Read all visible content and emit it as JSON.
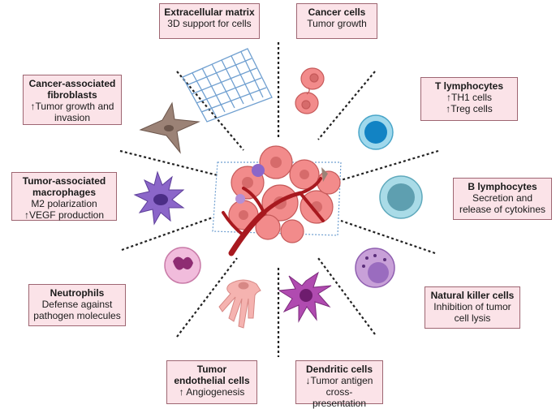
{
  "colors": {
    "box_fill": "#fbe3e8",
    "box_border": "#9e6672",
    "divider": "#222222",
    "tumor": "#f28b8b",
    "vessel": "#a8191f",
    "mesh": "#6f9fd0"
  },
  "boxes": {
    "ecm": {
      "title": "Extracellular matrix",
      "lines": [
        "3D support for cells"
      ]
    },
    "cancer": {
      "title": "Cancer cells",
      "lines": [
        "Tumor growth"
      ]
    },
    "caf": {
      "title": "Cancer-associated fibroblasts",
      "lines": [
        "↑Tumor growth and",
        "invasion"
      ]
    },
    "tlymph": {
      "title": "T lymphocytes",
      "lines": [
        "↑TH1 cells",
        "↑Treg cells"
      ]
    },
    "tam": {
      "title": "Tumor-associated macrophages",
      "lines": [
        "M2 polarization",
        "↑VEGF production"
      ]
    },
    "blymph": {
      "title": "B lymphocytes",
      "lines": [
        "Secretion and",
        "release of cytokines"
      ]
    },
    "neutro": {
      "title": "Neutrophils",
      "lines": [
        "Defense against",
        "pathogen molecules"
      ]
    },
    "nk": {
      "title": "Natural killer cells",
      "lines": [
        "Inhibition of tumor",
        "cell lysis"
      ]
    },
    "endo": {
      "title": "Tumor endothelial cells",
      "lines": [
        "↑ Angiogenesis"
      ]
    },
    "dc": {
      "title": "Dendritic cells",
      "lines": [
        "↓Tumor antigen",
        "cross-presentation"
      ]
    }
  },
  "icons": [
    "ecm-mesh-icon",
    "cancer-cell-icon",
    "fibroblast-icon",
    "t-lymphocyte-icon",
    "macrophage-icon",
    "b-lymphocyte-icon",
    "neutrophil-icon",
    "nk-cell-icon",
    "endothelial-cell-icon",
    "dendritic-cell-icon",
    "tumor-mass-icon",
    "blood-vessel-icon"
  ]
}
